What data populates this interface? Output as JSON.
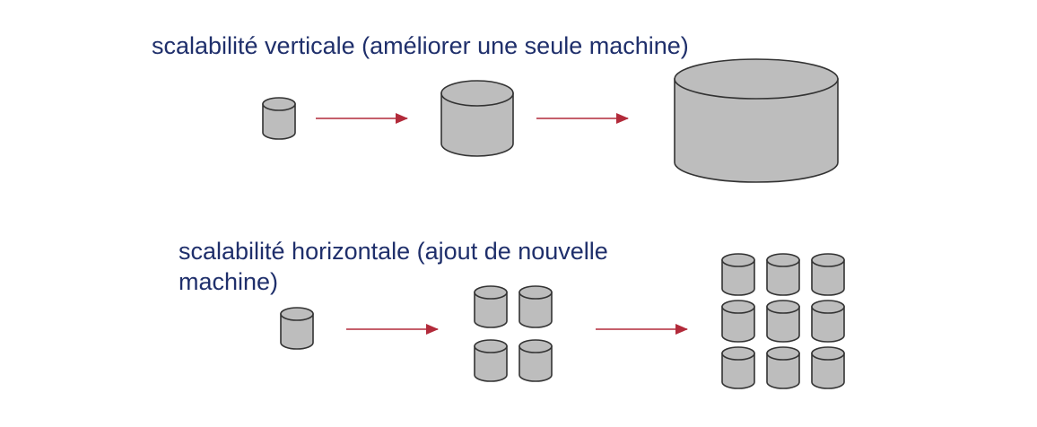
{
  "vertical": {
    "title": "scalabilité verticale (améliorer une seule machine)"
  },
  "horizontal": {
    "title_line1": "scalabilité horizontale (ajout de nouvelle",
    "title_line2": "machine)"
  },
  "colors": {
    "text": "#1f2f6b",
    "cylinder_fill": "#bdbdbd",
    "cylinder_stroke": "#333333",
    "arrow": "#b22a3a"
  },
  "icons": {
    "server": "database-cylinder-icon",
    "arrow": "right-arrow-icon"
  }
}
